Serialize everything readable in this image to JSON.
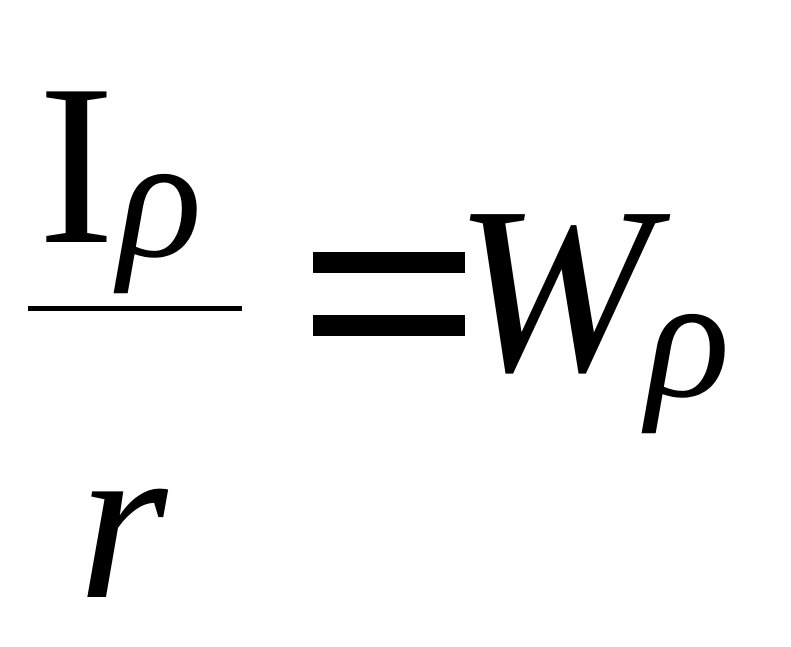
{
  "equation": {
    "numerator_base": "I",
    "numerator_subscript": "ρ",
    "denominator": "r",
    "operator": "=",
    "rhs_base": "W",
    "rhs_subscript": "ρ"
  }
}
